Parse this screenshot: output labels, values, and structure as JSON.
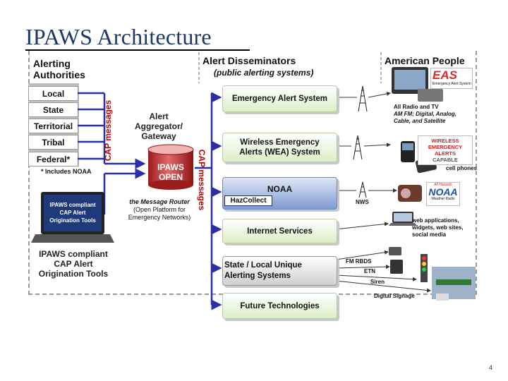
{
  "slide": {
    "title": "IPAWS Architecture",
    "page_number": "4"
  },
  "authorities": {
    "heading_line1": "Alerting",
    "heading_line2": "Authorities",
    "items": [
      "Local",
      "State",
      "Territorial",
      "Tribal",
      "Federal*"
    ],
    "footnote": "* Includes NOAA",
    "laptop_screen_text": "IPAWS compliant CAP Alert Origination Tools",
    "tools_label_line1": "IPAWS compliant",
    "tools_label_line2": "CAP Alert",
    "tools_label_line3": "Origination Tools"
  },
  "cap_messages_left": "CAP messages",
  "cap_messages_right": "CAP messages",
  "aggregator": {
    "line1": "Alert",
    "line2": "Aggregator/",
    "line3": "Gateway",
    "db_line1": "IPAWS",
    "db_line2": "OPEN",
    "router_line1": "the Message Router",
    "router_line2": "(Open Platform for",
    "router_line3": "Emergency Networks)"
  },
  "disseminators": {
    "heading": "Alert Disseminators",
    "subheading": "(public alerting systems)",
    "eas": "Emergency Alert System",
    "wea_line1": "Wireless Emergency",
    "wea_line2": "Alerts (WEA) System",
    "noaa": "NOAA",
    "hazcollect": "HazCollect",
    "internet": "Internet Services",
    "state_line1": "State / Local Unique",
    "state_line2": "Alerting Systems",
    "future": "Future Technologies"
  },
  "channels": {
    "nws": "NWS",
    "fm_rbds": "FM RBDS",
    "etn": "ETN",
    "siren": "Siren",
    "digital_signage": "Digital Signage"
  },
  "people": {
    "heading": "American People",
    "eas_logo": "EAS",
    "eas_logo_sub": "Emergency Alert System",
    "radio_line1": "All Radio and TV",
    "radio_line2": "AM FM; Digital, Analog,",
    "radio_line3": "Cable, and Satellite",
    "wea_logo_line1": "WIRELESS",
    "wea_logo_line2": "EMERGENCY",
    "wea_logo_line3": "ALERTS",
    "wea_logo_line4": "CAPABLE",
    "cell": "cell phones",
    "noaa_logo_top": "All Hazards",
    "noaa_logo_main": "NOAA",
    "noaa_logo_sub": "Weather Radio",
    "web_line1": "web applications,",
    "web_line2": "widgets, web sites,",
    "web_line3": "social media"
  },
  "colors": {
    "title": "#1f3864",
    "connector_blue": "#2a2fa8",
    "cap_red": "#c00000",
    "db_red": "#c0392b",
    "eas_red": "#d92b2b"
  }
}
